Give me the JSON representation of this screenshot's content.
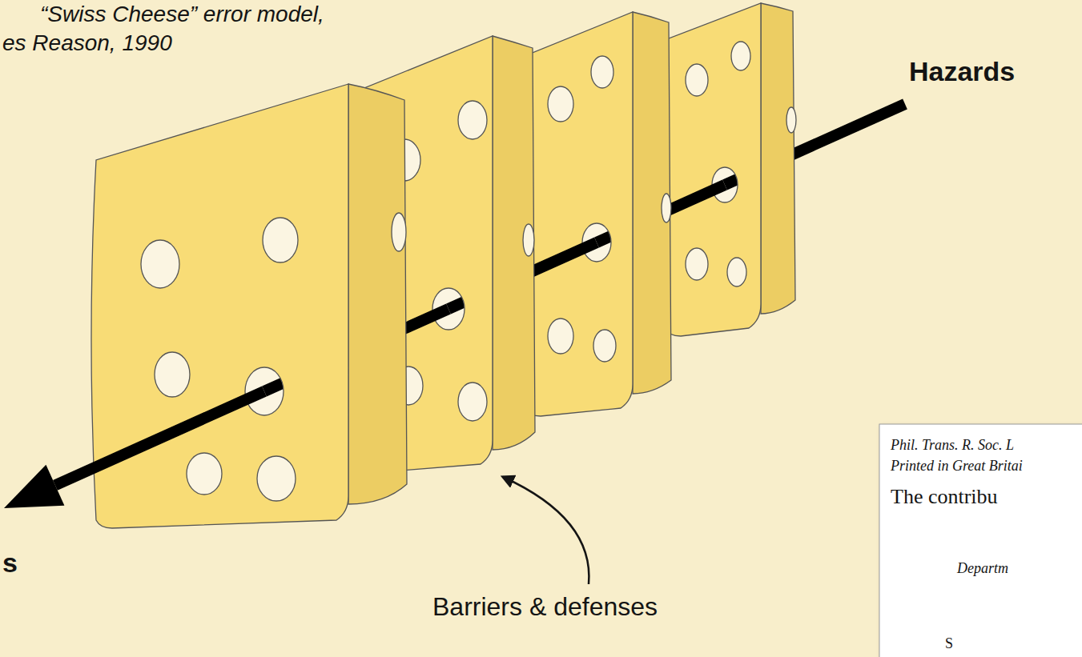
{
  "diagram": {
    "labels": [
      "“Swiss Cheese” error model,",
      "es Reason, 1990",
      "Hazards",
      "s",
      "Barriers & defenses",
      "Phil. Trans. R. Soc. L",
      "Printed in Great Britai",
      "The contribu",
      "Departm",
      "S"
    ]
  }
}
